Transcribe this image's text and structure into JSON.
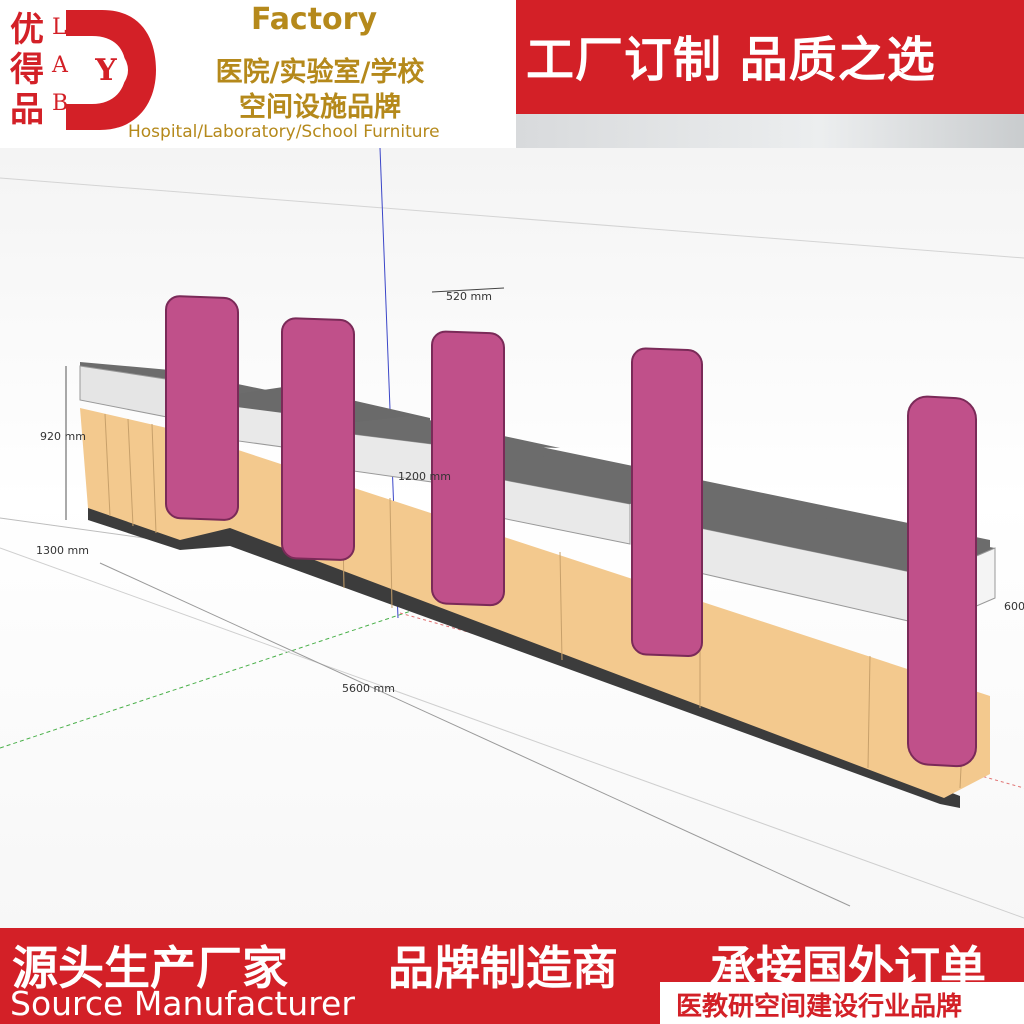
{
  "logo": {
    "chars": [
      "优",
      "得",
      "品"
    ],
    "lab": "LAB",
    "d": "D",
    "y": "Y"
  },
  "header": {
    "factory": "Factory",
    "line1": "医院/实验室/学校",
    "line2": "空间设施品牌",
    "english": "Hospital/Laboratory/School Furniture",
    "slogan": "工厂订制 品质之选"
  },
  "render": {
    "dims": {
      "d520": "520 mm",
      "d920": "920 mm",
      "d1200": "1200 mm",
      "d1300": "1300 mm",
      "d5600": "5600 mm",
      "d600": "600"
    }
  },
  "footer": {
    "slogan1": "源头生产厂家",
    "slogan2": "品牌制造商",
    "slogan3": "承接国外订单",
    "english": "Source Manufacturer",
    "brand": "医教研空间建设行业品牌"
  },
  "colors": {
    "brand_red": "#d32027",
    "gold": "#b5891b",
    "panel_pink": "#c0508a",
    "wood": "#f3c98e"
  }
}
